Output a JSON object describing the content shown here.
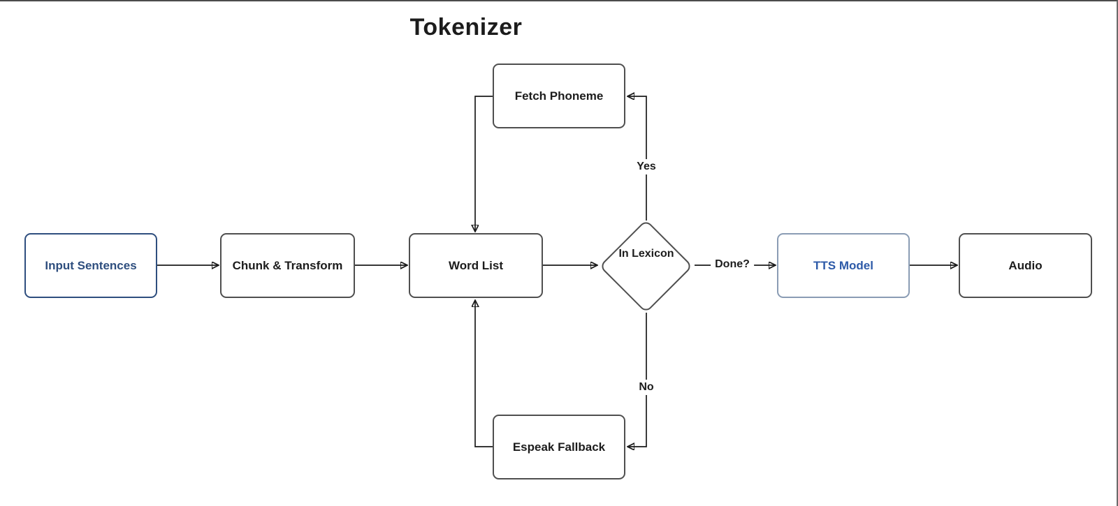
{
  "title": "Tokenizer",
  "nodes": {
    "input": {
      "label": "Input Sentences"
    },
    "chunk": {
      "label": "Chunk & Transform"
    },
    "wordlist": {
      "label": "Word List"
    },
    "fetch": {
      "label": "Fetch Phoneme"
    },
    "espeak": {
      "label": "Espeak Fallback"
    },
    "lexicon": {
      "label": "In Lexicon"
    },
    "tts": {
      "label": "TTS Model"
    },
    "audio": {
      "label": "Audio"
    }
  },
  "edge_labels": {
    "yes": "Yes",
    "no": "No",
    "done": "Done?"
  },
  "colors": {
    "node_border_gray": "#4f4f4f",
    "accent_navy": "#2e4e7e",
    "tts_border_blue": "#8a9cb4",
    "tts_text_blue": "#2d5aa8",
    "connector_line": "#1a1a1a",
    "background": "#ffffff"
  }
}
